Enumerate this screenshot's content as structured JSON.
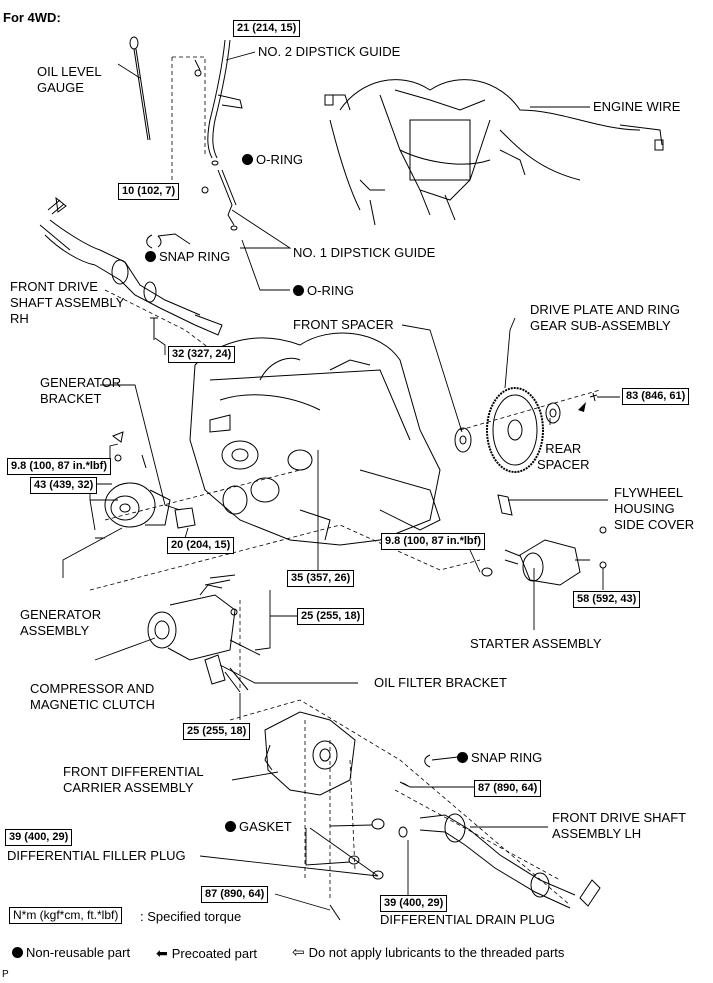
{
  "title": "For 4WD:",
  "labels": {
    "oil_level_gauge": [
      "OIL LEVEL",
      "GAUGE"
    ],
    "no2_dipstick_guide": "NO. 2 DIPSTICK GUIDE",
    "o_ring_1": "O-RING",
    "engine_wire": "ENGINE WIRE",
    "snap_ring_1": "SNAP RING",
    "no1_dipstick_guide": "NO. 1 DIPSTICK GUIDE",
    "front_drive_shaft_rh": [
      "FRONT DRIVE",
      "SHAFT ASSEMBLY",
      "RH"
    ],
    "o_ring_2": "O-RING",
    "front_spacer": "FRONT SPACER",
    "drive_plate": [
      "DRIVE PLATE AND RING",
      "GEAR SUB-ASSEMBLY"
    ],
    "generator_bracket": [
      "GENERATOR",
      "BRACKET"
    ],
    "rear_spacer": [
      "REAR",
      "SPACER"
    ],
    "flywheel_cover": [
      "FLYWHEEL",
      "HOUSING",
      "SIDE COVER"
    ],
    "generator_assembly": [
      "GENERATOR",
      "ASSEMBLY"
    ],
    "starter_assembly": "STARTER ASSEMBLY",
    "compressor": [
      "COMPRESSOR AND",
      "MAGNETIC CLUTCH"
    ],
    "oil_filter_bracket": "OIL FILTER BRACKET",
    "snap_ring_2": "SNAP RING",
    "front_diff_carrier": [
      "FRONT DIFFERENTIAL",
      "CARRIER ASSEMBLY"
    ],
    "gasket": "GASKET",
    "front_drive_shaft_lh": [
      "FRONT DRIVE SHAFT",
      "ASSEMBLY LH"
    ],
    "diff_filler_plug": "DIFFERENTIAL FILLER PLUG",
    "diff_drain_plug": "DIFFERENTIAL DRAIN PLUG"
  },
  "torques": {
    "t1": "21 (214, 15)",
    "t2": "10 (102, 7)",
    "t3": "32 (327, 24)",
    "t4": "83 (846, 61)",
    "t5": "9.8 (100, 87 in.*lbf)",
    "t6": "43 (439, 32)",
    "t7": "20 (204, 15)",
    "t8": "35 (357, 26)",
    "t9": "9.8 (100, 87 in.*lbf)",
    "t10": "25 (255, 18)",
    "t11": "58 (592, 43)",
    "t12": "25 (255, 18)",
    "t13": "87 (890, 64)",
    "t14": "39 (400, 29)",
    "t15": "39 (400, 29)",
    "t16": "87 (890, 64)"
  },
  "legend": {
    "torque_box": "N*m (kgf*cm, ft.*lbf)",
    "torque_desc": ": Specified torque",
    "non_reusable": "Non-reusable part",
    "precoated": "Precoated part",
    "no_lubricant": "Do not apply lubricants to the threaded parts"
  },
  "page_code": "P"
}
